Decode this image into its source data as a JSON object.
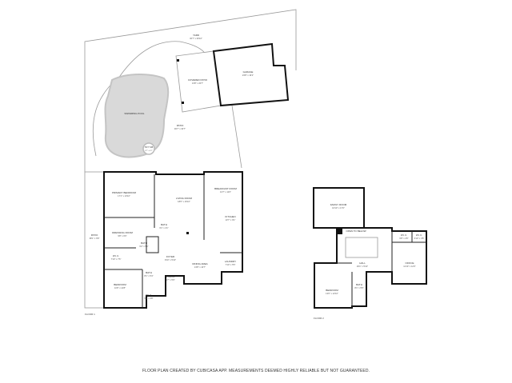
{
  "colors": {
    "walls": "#111111",
    "pool": "#d9d9d9",
    "lot_line": "#aaaaaa",
    "background": "#ffffff"
  },
  "outdoor": {
    "yard": {
      "name": "YARD",
      "dims": "30'7\" x 30'10\""
    },
    "covered_patio": {
      "name": "COVERED PATIO",
      "dims": "13'8\" x 20'7\""
    },
    "garage": {
      "name": "GARAGE",
      "dims": "23'8\" x 19'1\""
    },
    "pool": {
      "name": "SWIMMING POOL"
    },
    "patio": {
      "name": "PATIO",
      "dims": "30'7\" x 30'7\""
    },
    "hot_tub": {
      "name": "HOT TUB",
      "dims": "6'7\" x 6'7\""
    }
  },
  "floor1": {
    "label": "FLOOR 1",
    "rooms": [
      {
        "name": "PRIMARY BEDROOM",
        "dims": "17'1\" x 13'10\""
      },
      {
        "name": "LIVING ROOM",
        "dims": "18'6\" x 16'10\""
      },
      {
        "name": "BREAKFAST ROOM",
        "dims": "13'7\" x 11'0\""
      },
      {
        "name": "KITCHEN",
        "dims": "13'7\" x 9'1\""
      },
      {
        "name": "DRESSING ROOM",
        "dims": "9'8\" x 6'6\""
      },
      {
        "name": "BATH",
        "dims": "6'1\" x 4'1\""
      },
      {
        "name": "PATIO",
        "dims": "38'1\" x 6'8\""
      },
      {
        "name": "W.I.C.",
        "dims": "7'10\" x 7'6\""
      },
      {
        "name": "BATH",
        "dims": "6'2\" x 5'1\""
      },
      {
        "name": "FOYER",
        "dims": "9'10\" x 5'10\""
      },
      {
        "name": "PORCH",
        "dims": "9'7\" x 5'9\""
      },
      {
        "name": "DINING AREA",
        "dims": "13'8\" x 10'7\""
      },
      {
        "name": "LAUNDRY",
        "dims": "7'10\" x 5'5\""
      },
      {
        "name": "BEDROOM",
        "dims": "11'8\" x 14'8\""
      },
      {
        "name": "BATH",
        "dims": "8'1\" x 5'4\""
      },
      {
        "name": "W.I.C.",
        "dims": "5'3\" x 4'8\""
      }
    ]
  },
  "floor2": {
    "label": "FLOOR 2",
    "rooms": [
      {
        "name": "FAMILY ROOM",
        "dims": "16'10\" x 17'0\""
      },
      {
        "name": "OPEN TO BELOW",
        "dims": ""
      },
      {
        "name": "W.I.C.",
        "dims": "6'8\" x 4'5\""
      },
      {
        "name": "W.I.C.",
        "dims": "6'10\" x 4'5\""
      },
      {
        "name": "HALL",
        "dims": "29'1\" x 5'10\""
      },
      {
        "name": "OFFICE",
        "dims": "11'10\" x 12'0\""
      },
      {
        "name": "BEDROOM",
        "dims": "13'0\" x 12'10\""
      },
      {
        "name": "BATH",
        "dims": "8'1\" x 5'5\""
      }
    ]
  },
  "footer": "FLOOR PLAN CREATED BY CUBICASA APP. MEASUREMENTS DEEMED HIGHLY RELIABLE BUT NOT GUARANTEED."
}
